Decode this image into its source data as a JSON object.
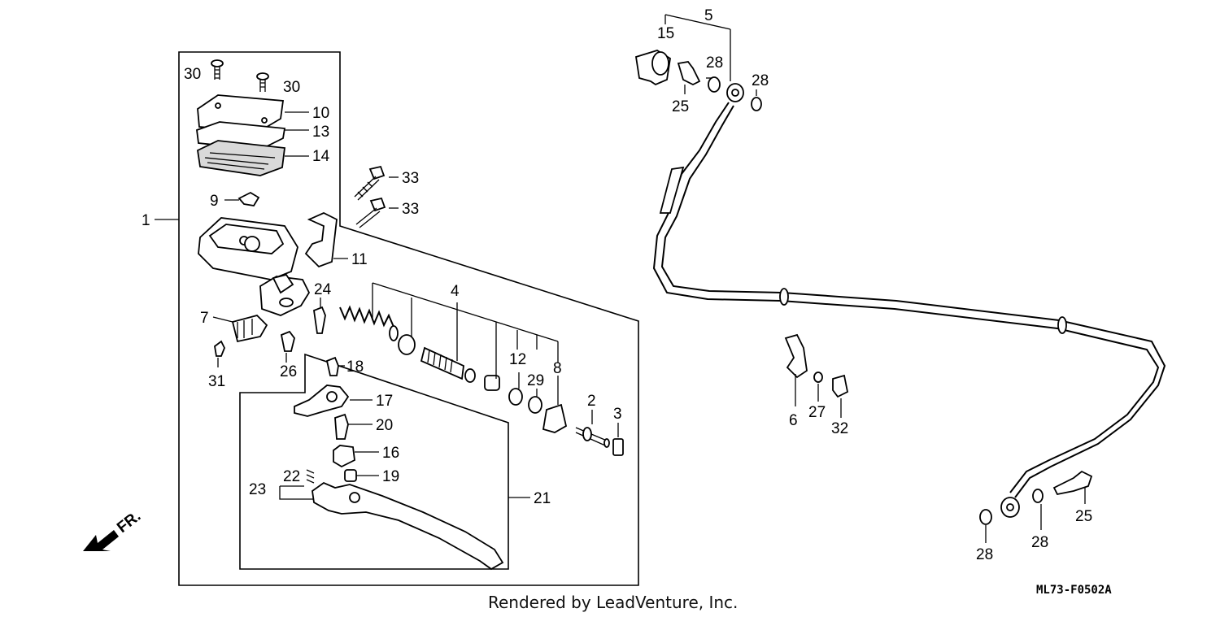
{
  "labels": {
    "p1": "1",
    "p2": "2",
    "p3": "3",
    "p4": "4",
    "p5": "5",
    "p6": "6",
    "p7": "7",
    "p8": "8",
    "p9": "9",
    "p10": "10",
    "p11": "11",
    "p12": "12",
    "p13": "13",
    "p14": "14",
    "p15": "15",
    "p16": "16",
    "p17": "17",
    "p18": "18",
    "p19": "19",
    "p20": "20",
    "p21": "21",
    "p22": "22",
    "p23": "23",
    "p24": "24",
    "p25a": "25",
    "p25b": "25",
    "p26": "26",
    "p27": "27",
    "p28a": "28",
    "p28b": "28",
    "p28c": "28",
    "p28d": "28",
    "p29": "29",
    "p30a": "30",
    "p30b": "30",
    "p31": "31",
    "p32": "32",
    "p33a": "33",
    "p33b": "33"
  },
  "direction_marker": "FR.",
  "diagram_code": "ML73-F0502A",
  "credit": "Rendered by LeadVenture, Inc."
}
